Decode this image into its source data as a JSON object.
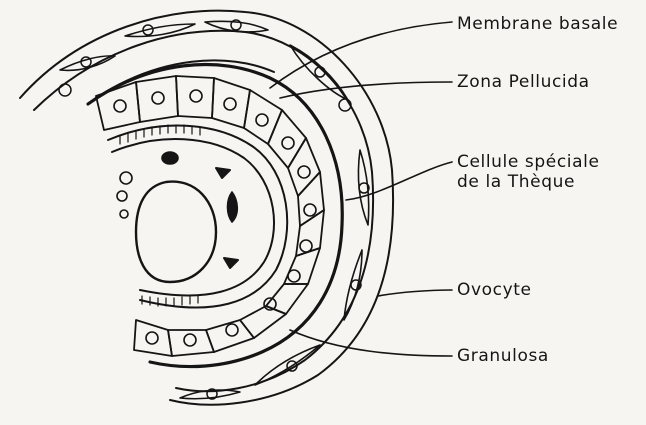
{
  "labels": {
    "membrane": "Membrane basale",
    "zona": "Zona Pellucida",
    "cellule_line1": "Cellule spéciale",
    "cellule_line2": "de la Thèque",
    "ovocyte": "Ovocyte",
    "granulosa": "Granulosa"
  },
  "colors": {
    "paper": "#f6f5f1",
    "ink": "#151515"
  }
}
